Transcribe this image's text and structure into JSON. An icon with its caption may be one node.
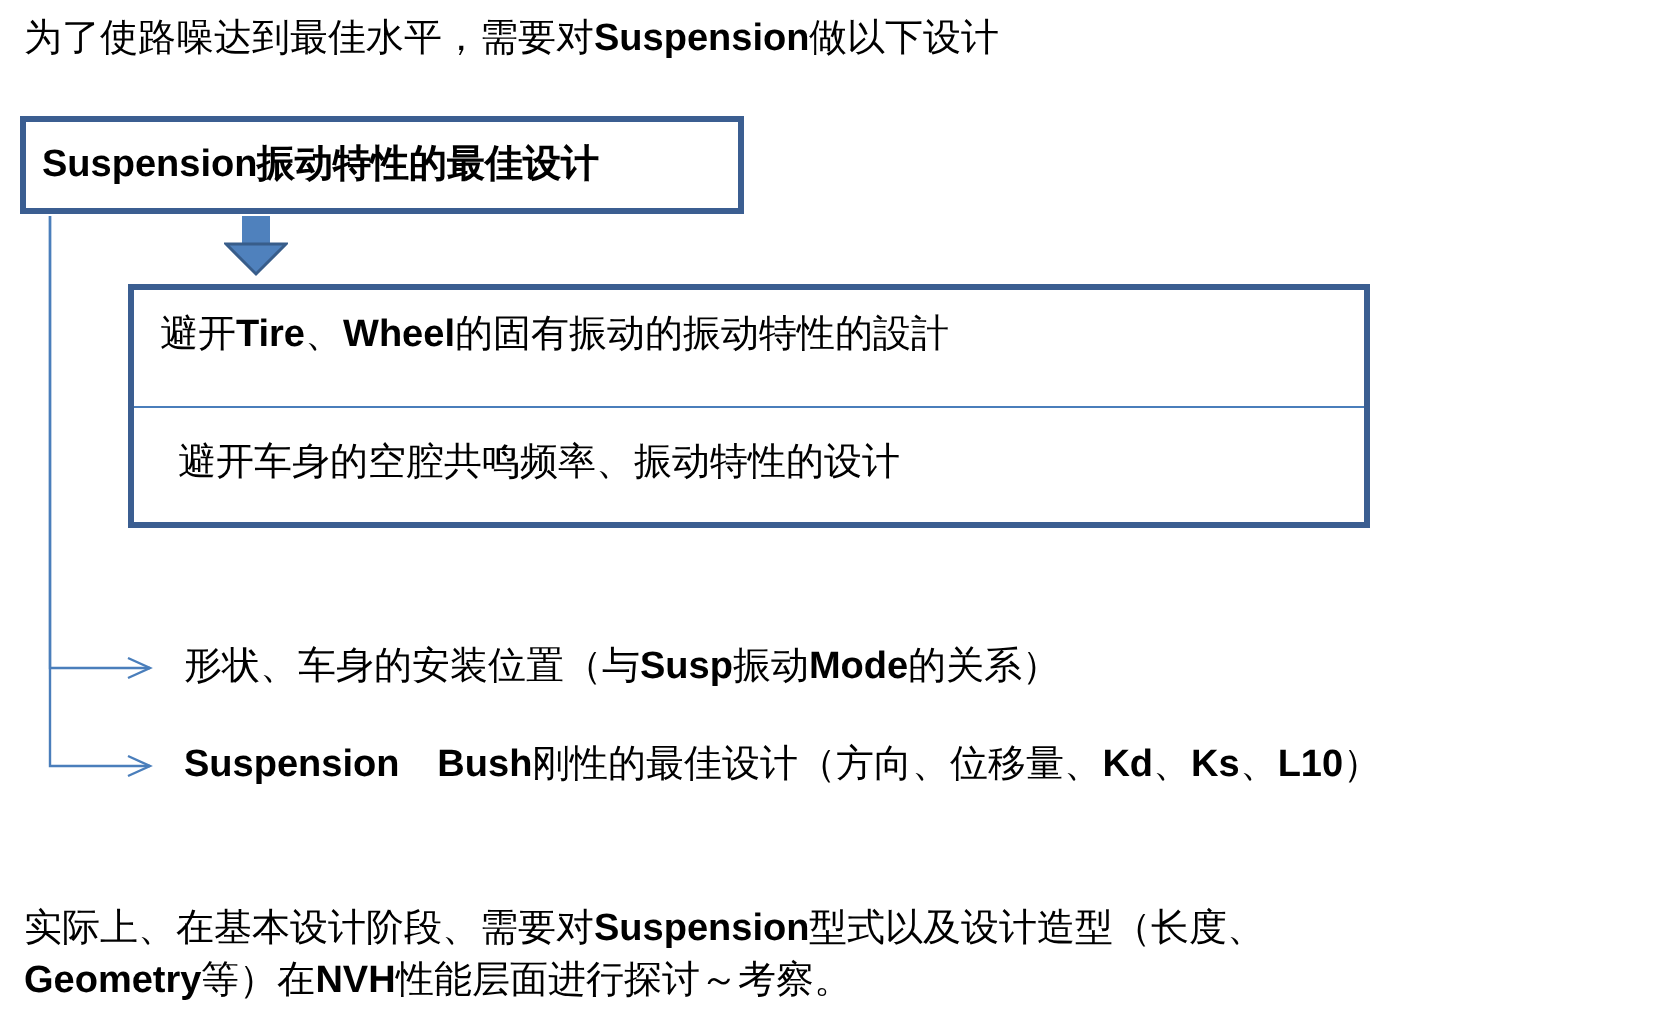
{
  "diagram": {
    "title": "为了使路噪达到最佳水平，需要对**Suspension**做以下设计",
    "nodes": [
      {
        "text": [
          "Suspension振动特性的最佳设计"
        ]
      },
      {
        "text": [
          "避开**Tire**、**Wheel**的固有振动的振动特性的設計",
          "避开车身的空腔共鸣频率、振动特性的设计"
        ]
      },
      {
        "text": [
          "形状、车身的安装位置（与**Susp**振动**Mode**的关系）"
        ]
      },
      {
        "text": [
          "**Suspension　Bush**刚性的最佳设计（方向、位移量、**Kd**、**Ks**、**L10**）"
        ]
      }
    ],
    "edges": [
      {
        "from": 0,
        "to": 1,
        "arrow": "to",
        "style": "thick"
      },
      {
        "from": 0,
        "to": 2,
        "arrow": "to"
      },
      {
        "from": 0,
        "to": 3,
        "arrow": "to"
      }
    ],
    "labels": [
      "实际上、在基本设计阶段、需要对**Suspension**型式以及设计造型（长度、**Geometry**等）在**NVH**性能层面进行探讨～考察。"
    ]
  }
}
